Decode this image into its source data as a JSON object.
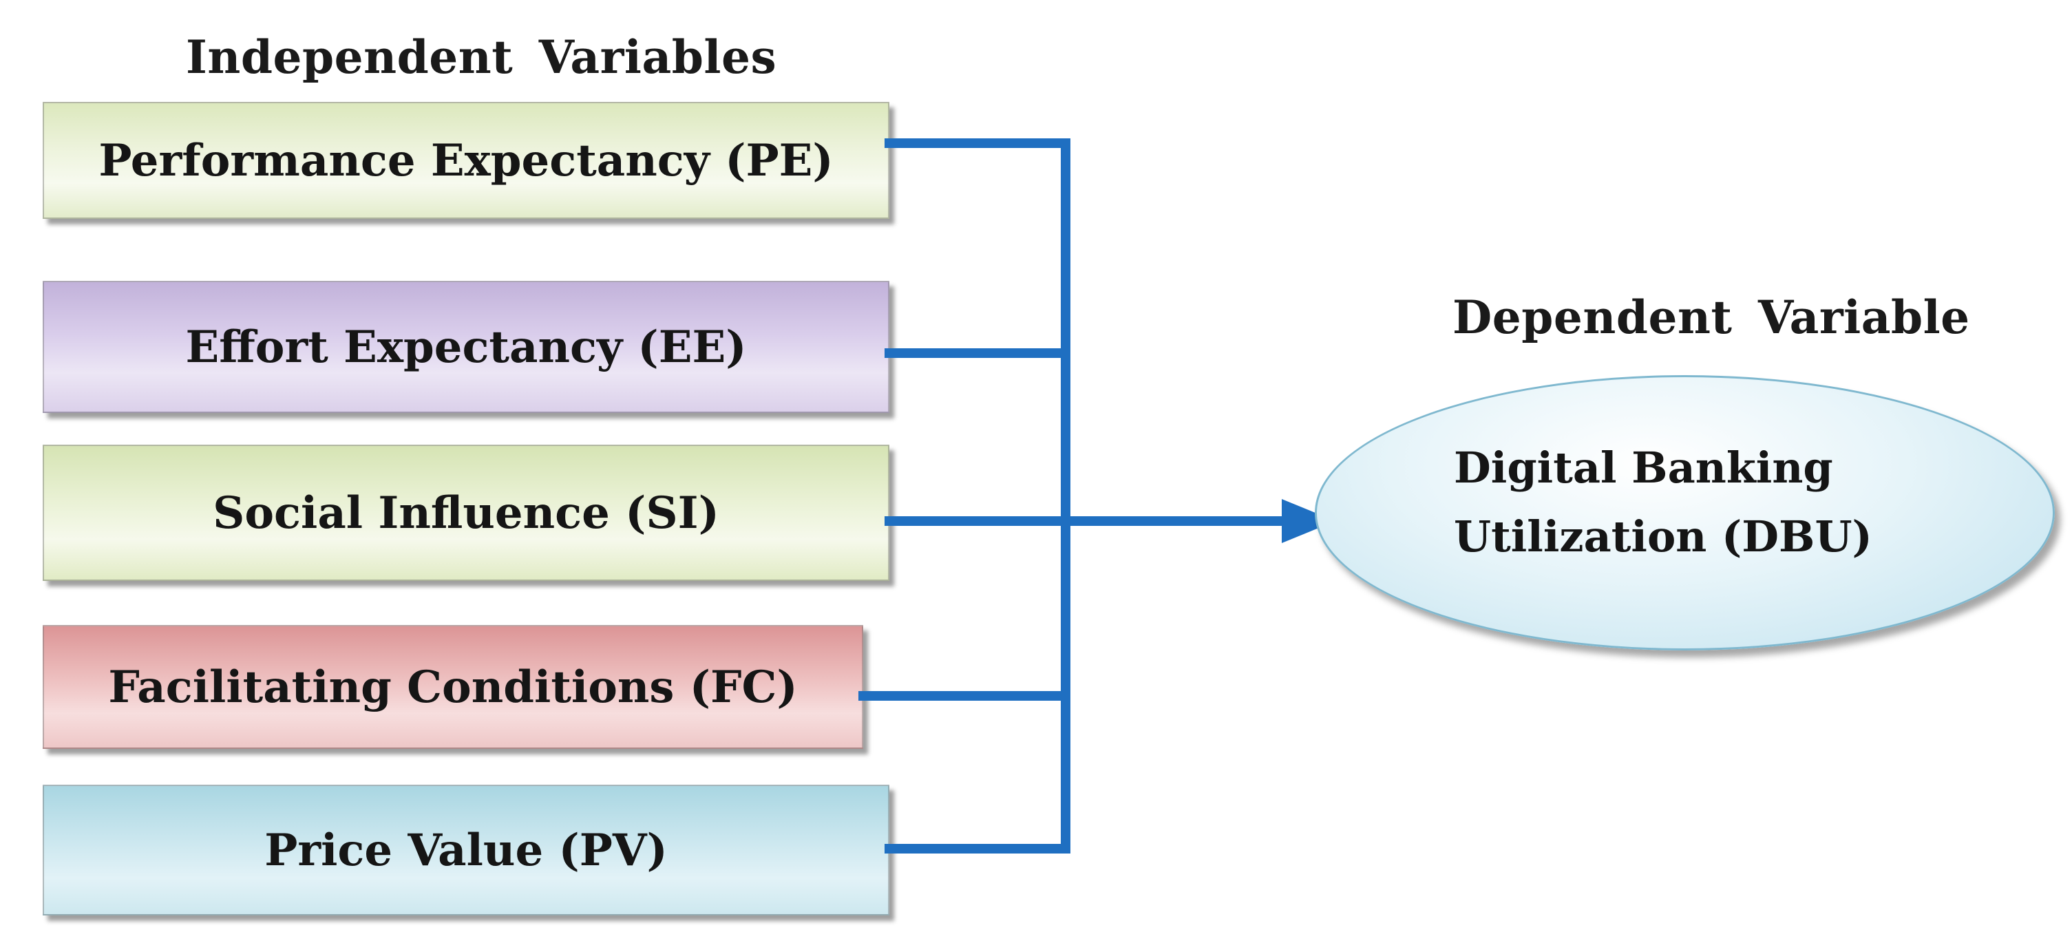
{
  "headings": {
    "independent": "Independent Variables",
    "dependent": "Dependent Variable"
  },
  "independent_variables": [
    {
      "label": "Performance Expectancy (PE)",
      "color": "#e3ecc9"
    },
    {
      "label": "Effort Expectancy (EE)",
      "color": "#d9cdeb"
    },
    {
      "label": "Social Influence (SI)",
      "color": "#e3ecc9"
    },
    {
      "label": "Facilitating Conditions (FC)",
      "color": "#ecbcbc"
    },
    {
      "label": "Price Value (PV)",
      "color": "#c9e6ee"
    }
  ],
  "dependent_variable": {
    "line1": "Digital Banking",
    "line2": "Utilization (DBU)",
    "color": "#bfe1ee"
  },
  "connector_color": "#1f6fc1"
}
